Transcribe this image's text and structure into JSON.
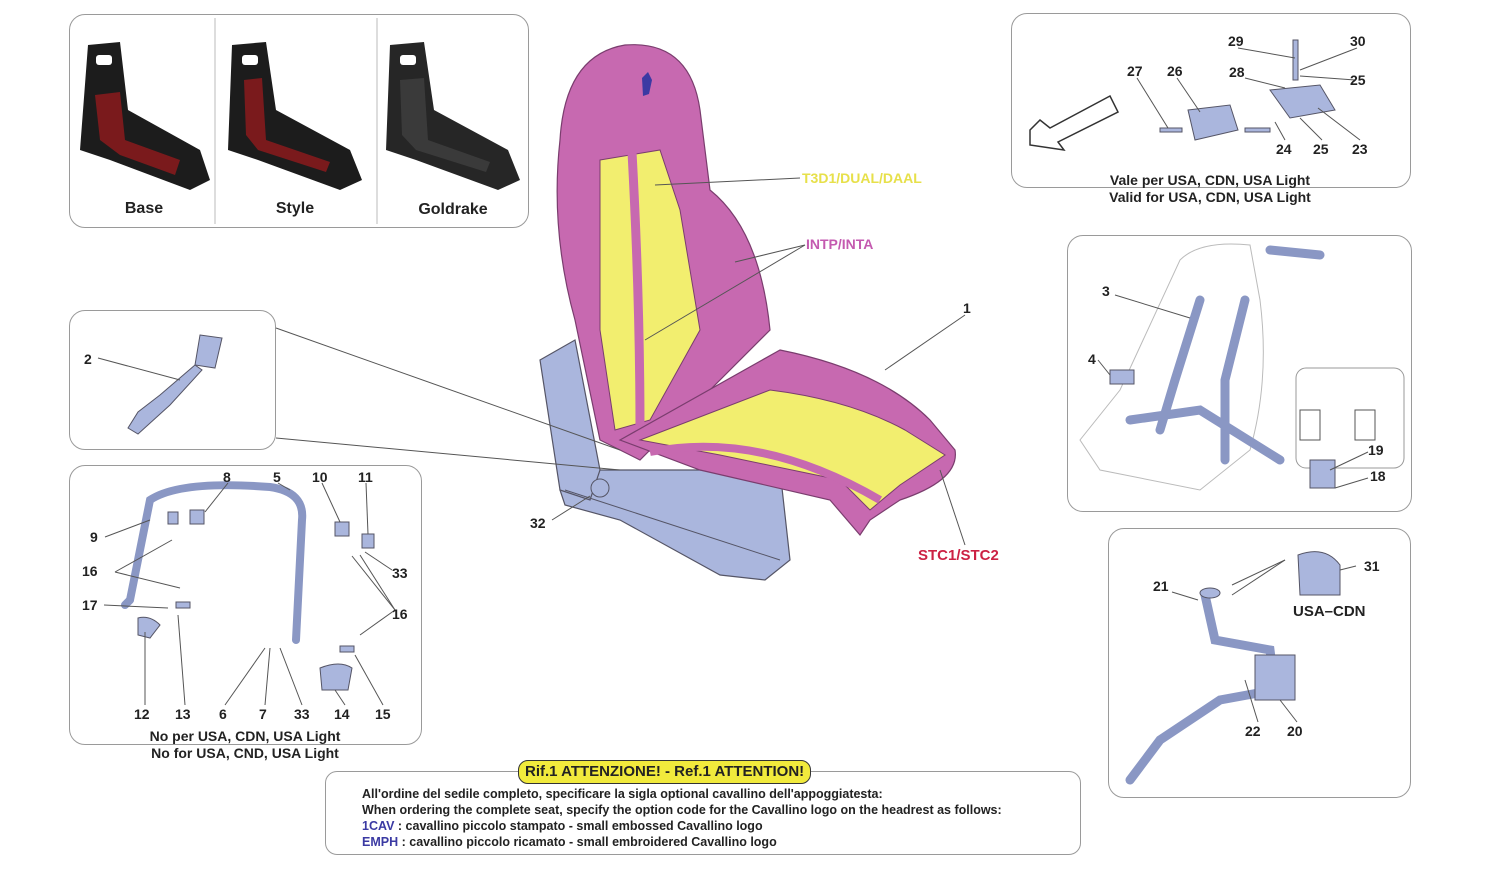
{
  "seat_variants": [
    {
      "label": "Base"
    },
    {
      "label": "Style"
    },
    {
      "label": "Goldrake"
    }
  ],
  "callouts": {
    "t3d1": "T3D1/DUAL/DAAL",
    "intp": "INTP/INTA",
    "stc": "STC1/STC2"
  },
  "part_numbers": {
    "main": [
      "1",
      "32"
    ],
    "buckle": [
      "2"
    ],
    "rollbar": [
      "8",
      "5",
      "10",
      "11",
      "9",
      "16",
      "33",
      "17",
      "16",
      "12",
      "13",
      "6",
      "7",
      "33",
      "14",
      "15"
    ],
    "mount": [
      "29",
      "30",
      "27",
      "26",
      "28",
      "25",
      "24",
      "25",
      "23"
    ],
    "harness": [
      "3",
      "4",
      "19",
      "18"
    ],
    "retractor": [
      "21",
      "31",
      "22",
      "20"
    ]
  },
  "validity": {
    "mount_it": "Vale per USA, CDN, USA Light",
    "mount_en": "Valid for USA, CDN, USA Light",
    "rollbar_it": "No per USA, CDN, USA Light",
    "rollbar_en": "No for USA, CND, USA Light",
    "usa_cdn": "USA–CDN"
  },
  "note": {
    "title": "Rif.1 ATTENZIONE! - Ref.1 ATTENTION!",
    "line_it": "All'ordine del sedile completo, specificare la sigla optional cavallino dell'appoggiatesta:",
    "line_en": "When ordering the complete seat, specify the option code for the Cavallino logo on the headrest as follows:",
    "code1": "1CAV",
    "code1_desc": ": cavallino piccolo stampato - small embossed Cavallino logo",
    "code2": "EMPH",
    "code2_desc": ": cavallino piccolo ricamato - small embroidered Cavallino logo"
  },
  "colors": {
    "magenta": "#c769b0",
    "yellow": "#f2ee6f",
    "blue": "#aab6dd",
    "highlight": "#f1ea3c",
    "stc_red": "#cc2244",
    "callout_yellow": "#e7e04a",
    "callout_pink": "#c45ab0"
  }
}
